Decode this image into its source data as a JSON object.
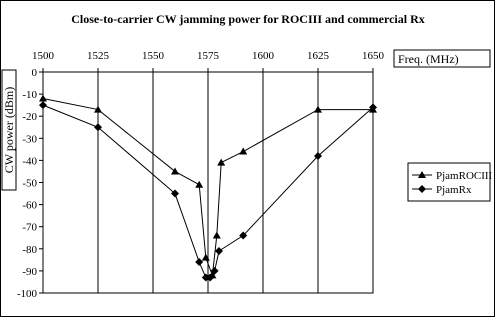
{
  "chart_data": {
    "type": "line",
    "title": "Close-to-carrier CW jamming power for ROCIII and commercial Rx",
    "xlabel": "Freq. (MHz)",
    "ylabel": "CW power (dBm)",
    "xlim": [
      1500,
      1650
    ],
    "ylim": [
      -100,
      0
    ],
    "x_ticks": [
      1500,
      1525,
      1550,
      1575,
      1600,
      1625,
      1650
    ],
    "y_ticks": [
      0,
      -10,
      -20,
      -30,
      -40,
      -50,
      -60,
      -70,
      -80,
      -90,
      -100
    ],
    "x_axis_position": "top",
    "grid": "vertical",
    "legend_position": "right",
    "series": [
      {
        "name": "PjamROCIII",
        "marker": "triangle",
        "x": [
          1500,
          1525,
          1560,
          1571,
          1574,
          1577,
          1579,
          1581,
          1591,
          1625,
          1650
        ],
        "y": [
          -12,
          -17,
          -45,
          -51,
          -84,
          -92,
          -74,
          -41,
          -36,
          -17,
          -17
        ]
      },
      {
        "name": "PjamRx",
        "marker": "diamond",
        "x": [
          1500,
          1525,
          1560,
          1571,
          1574,
          1576,
          1578,
          1580,
          1591,
          1625,
          1650
        ],
        "y": [
          -15,
          -25,
          -55,
          -86,
          -93,
          -93,
          -90,
          -81,
          -74,
          -38,
          -16
        ]
      }
    ]
  }
}
